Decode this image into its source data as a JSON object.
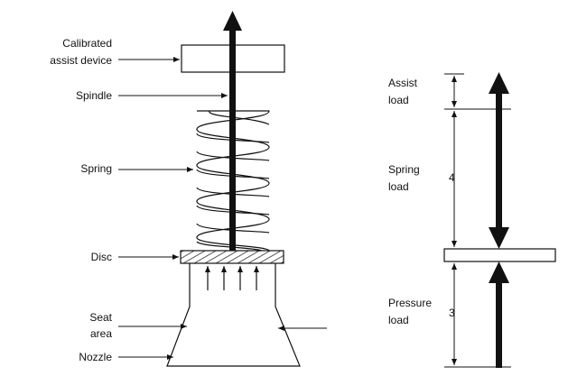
{
  "labels": {
    "calibrated_line1": "Calibrated",
    "calibrated_line2": "assist device",
    "spindle": "Spindle",
    "spring": "Spring",
    "disc": "Disc",
    "seat_line1": "Seat",
    "seat_line2": "area",
    "nozzle": "Nozzle"
  },
  "loads": {
    "assist_line1": "Assist",
    "assist_line2": "load",
    "spring_line1": "Spring",
    "spring_line2": "load",
    "spring_value": "4",
    "pressure_line1": "Pressure",
    "pressure_line2": "load",
    "pressure_value": "3"
  },
  "colors": {
    "ink": "#111111",
    "background": "#ffffff"
  }
}
